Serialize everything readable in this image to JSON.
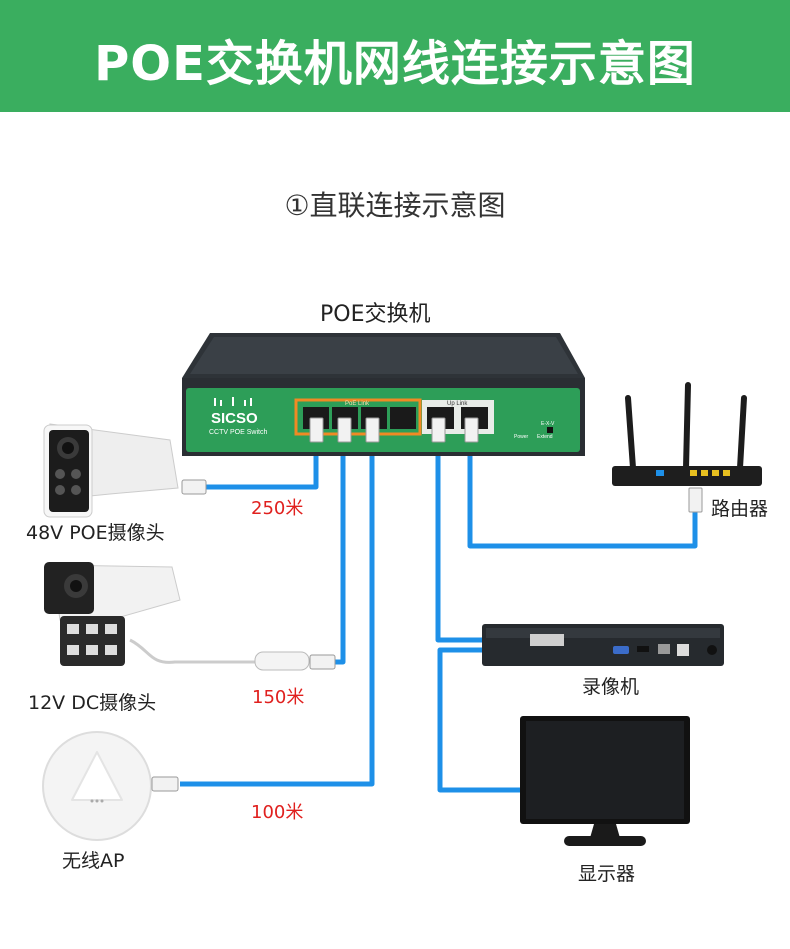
{
  "banner": {
    "title": "POE交换机网线连接示意图"
  },
  "subtitle": "①直联连接示意图",
  "switch": {
    "label": "POE交换机",
    "brand": "SICSO",
    "model": "CCTV POE Switch",
    "poe_group_label": "PoE Link",
    "uplink_group_label": "Up Link",
    "power_label": "Power",
    "extend_label": "Extend",
    "mode_label": "E-X-V"
  },
  "devices": {
    "camera_48v": "48V POE摄像头",
    "camera_12v": "12V DC摄像头",
    "wireless_ap": "无线AP",
    "router": "路由器",
    "nvr": "录像机",
    "monitor": "显示器"
  },
  "distances": {
    "d1": "250米",
    "d2": "150米",
    "d3": "100米"
  },
  "colors": {
    "banner": "#3aae5f",
    "cable": "#1e90e8",
    "switch_front": "#2d9e58",
    "distance_text": "#e0201e"
  }
}
